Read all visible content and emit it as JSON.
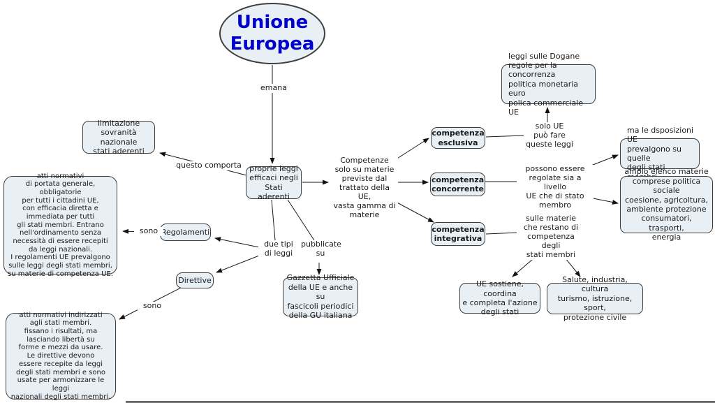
{
  "title": "Unione Europea concept map",
  "colors": {
    "node_fill": "#e8eff5",
    "node_border": "#3f3f3f",
    "line_color": "#1a1a1a",
    "title_color": "#0000cc",
    "text_color": "#1a1a1a",
    "background": "#ffffff"
  },
  "nodes": {
    "root": {
      "label": "Unione\nEuropea"
    },
    "limitazione": {
      "label": "limitazione\nsovranità nazionale\nstati aderenti"
    },
    "proprie_leggi": {
      "label": "proprie leggi\nefficaci negli\nStati aderenti"
    },
    "atti_regolamenti": {
      "label": "atti normativi\ndi portata generale, obbligatorie\nper tutti i cittadini UE,\ncon efficacia diretta e\nimmediata per tutti\ngli stati membri. Entrano\nnell'ordinamento senza\nnecessità di essere recepiti\nda leggi nazionali.\nI regolamenti UE prevalgono\nsulle leggi degli stati membri,\nsu materie di competenza UE."
    },
    "regolamenti": {
      "label": "Regolamenti"
    },
    "direttive": {
      "label": "Direttive"
    },
    "atti_direttive": {
      "label": "atti normativi indirizzati\nagli stati membri.\nfissano i risultati, ma\nlasciando libertà su\nforme e mezzi da usare.\nLe direttive devono\nessere recepite da leggi\ndegli stati membri e sono\nusate per armonizzare le leggi\nnazionali degli stati membri."
    },
    "gazzetta": {
      "label": "Gazzetta Ufficiale\ndella UE e anche su\nfascicoli periodici\ndella GU italiana"
    },
    "comp_esclusiva": {
      "label": "competenza\nesclusiva"
    },
    "comp_concorrente": {
      "label": "competenza\nconcorrente"
    },
    "comp_integrativa": {
      "label": "competenza\nintegrativa"
    },
    "dogane": {
      "label": "leggi sulle Dogane\nregole per la concorrenza\npolitica monetaria euro\npolica commerciale UE"
    },
    "disposizioni": {
      "label": "ma le dsposizioni UE\nprevalgono su quelle\ndegli stati membri"
    },
    "ampio_elenco": {
      "label": "ampio elenco materie\ncomprese politica sociale\ncoesione, agricoltura,\nambiente protezione\nconsumatori, trasporti,\nenergia"
    },
    "ue_sostiene": {
      "label": "UE sostiene, coordina\ne completa l'azione\ndegli stati"
    },
    "salute": {
      "label": "Salute, industria, cultura\nturismo, istruzione, sport,\nprotezione civile"
    }
  },
  "link_labels": {
    "emana": "emana",
    "questo_comporta": "questo comporta",
    "sono_regolamenti": "sono",
    "sono_direttive": "sono",
    "due_tipi": "due tipi\ndi leggi",
    "pubblicate_su": "pubblicate\nsu",
    "competenze": "Competenze\nsolo su materie\npreviste dal\ntrattato della UE,\nvasta gamma di\nmaterie",
    "solo_ue": "solo UE\npuò fare\nqueste leggi",
    "possono_essere": "possono essere\nregolate sia a livello\nUE che di stato\nmembro",
    "sulle_materie": "sulle materie\nche restano di\ncompetenza degli\nstati membri"
  }
}
